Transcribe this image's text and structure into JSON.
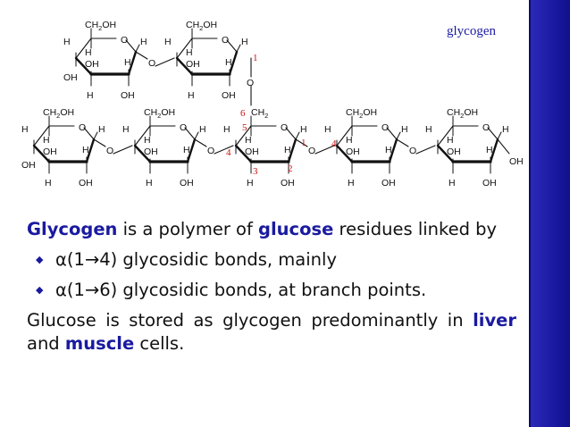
{
  "diagram": {
    "title": "glycogen",
    "atoms": {
      "h": "H",
      "oh": "OH",
      "o": "O",
      "ch2oh_ch": "CH",
      "ch2oh_sub": "2",
      "ch2oh_oh": "OH",
      "ch2": "CH",
      "ch2_sub": "2"
    },
    "carbon_numbers": {
      "n1": "1",
      "n2": "2",
      "n3": "3",
      "n4": "4",
      "n5": "5",
      "n6": "6"
    }
  },
  "text": {
    "p1": [
      {
        "t": "Glycogen",
        "style": "hl"
      },
      {
        "t": " is a polymer of ",
        "style": "plain"
      },
      {
        "t": "glucose",
        "style": "hl"
      },
      {
        "t": " residues linked by",
        "style": "plain"
      }
    ],
    "bullets": [
      {
        "alpha": "α",
        "text": "(1→4) glycosidic bonds, mainly"
      },
      {
        "alpha": "α",
        "text": "(1→6) glycosidic bonds, at branch points."
      }
    ],
    "p2": [
      {
        "t": "Glucose is stored as glycogen predominantly in ",
        "style": "plain"
      },
      {
        "t": "liver",
        "style": "hl"
      },
      {
        "t": " and ",
        "style": "plain"
      },
      {
        "t": "muscle",
        "style": "hl"
      },
      {
        "t": " cells.",
        "style": "plain"
      }
    ]
  },
  "colors": {
    "highlight": "#1a1aa0",
    "carbon_number": "#cc1111",
    "sidebar": "#1818a0"
  }
}
